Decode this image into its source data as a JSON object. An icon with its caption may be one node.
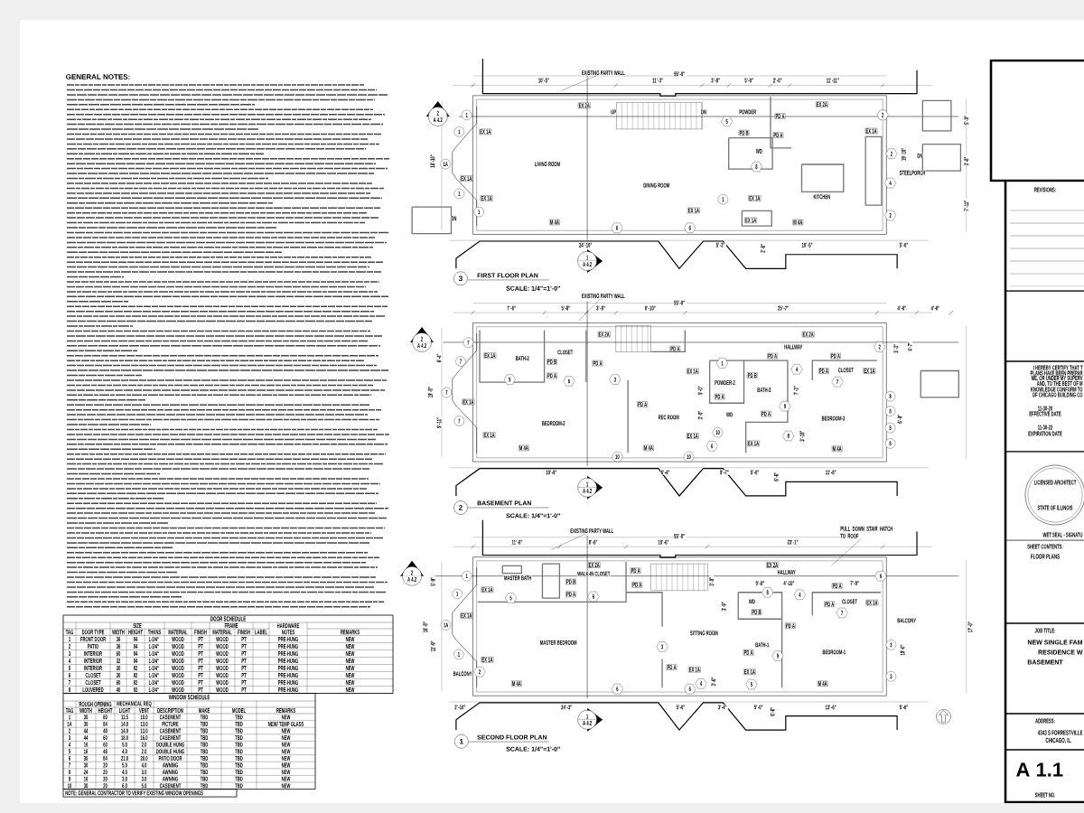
{
  "diagram": {
    "nodes": [
      {
        "text": [
          "EXISTING PARTY WALL"
        ]
      },
      {
        "text": [
          "2",
          "A 4.2"
        ]
      },
      {
        "text": [
          "1",
          "A 4.2"
        ]
      },
      {
        "text": [
          "3"
        ],
        "beside": [
          "FIRST FLOOR PLAN",
          "SCALE: 1/4\"=1'-0\""
        ]
      },
      {
        "text": [
          "EX 2A"
        ]
      },
      {
        "text": [
          "EX 2A"
        ]
      },
      {
        "text": [
          "EX 1A"
        ]
      },
      {
        "text": [
          "EX 1A"
        ]
      },
      {
        "text": [
          "EX 1A"
        ]
      },
      {
        "text": [
          "EX 1A"
        ]
      },
      {
        "text": [
          "EX 1A"
        ]
      },
      {
        "text": [
          "EX 1A"
        ]
      },
      {
        "text": [
          "EX 1A"
        ]
      },
      {
        "text": [
          "M 4A"
        ]
      },
      {
        "text": [
          "M 4A"
        ]
      },
      {
        "text": [
          "PD B"
        ]
      },
      {
        "text": [
          "PD A"
        ]
      },
      {
        "text": [
          "PD A"
        ]
      },
      {
        "text": [
          "1"
        ]
      },
      {
        "text": [
          "1"
        ]
      },
      {
        "text": [
          "1A"
        ]
      },
      {
        "text": [
          "1"
        ]
      },
      {
        "text": [
          "1"
        ]
      },
      {
        "text": [
          "1"
        ]
      },
      {
        "text": [
          "6"
        ]
      },
      {
        "text": [
          "6"
        ]
      },
      {
        "text": [
          "5"
        ]
      },
      {
        "text": [
          "8"
        ]
      },
      {
        "text": [
          "2"
        ]
      },
      {
        "text": [
          "2"
        ]
      },
      {
        "text": [
          "4"
        ]
      },
      {
        "text": [
          "2"
        ]
      },
      {
        "text": [
          "EXISTING PARTY WALL"
        ]
      },
      {
        "text": [
          "2",
          "A 4.2"
        ]
      },
      {
        "text": [
          "1",
          "A 4.2"
        ]
      },
      {
        "text": [
          "2"
        ],
        "beside": [
          "BASEMENT PLAN",
          "SCALE: 1/4\"=1'-0\""
        ]
      },
      {
        "text": [
          "EX 2A"
        ]
      },
      {
        "text": [
          "EX 2A"
        ]
      },
      {
        "text": [
          "EX 1A"
        ]
      },
      {
        "text": [
          "EX 1A"
        ]
      },
      {
        "text": [
          "EX 1A"
        ]
      },
      {
        "text": [
          "EX 1A"
        ]
      },
      {
        "text": [
          "EX 1A"
        ]
      },
      {
        "text": [
          "EX 1A"
        ]
      },
      {
        "text": [
          "EX 1A"
        ]
      },
      {
        "text": [
          "PD A"
        ]
      },
      {
        "text": [
          "PD B"
        ]
      },
      {
        "text": [
          "PD A"
        ]
      },
      {
        "text": [
          "PD A"
        ]
      },
      {
        "text": [
          "PD A"
        ]
      },
      {
        "text": [
          "PD A"
        ]
      },
      {
        "text": [
          "PD A"
        ]
      },
      {
        "text": [
          "PD B"
        ]
      },
      {
        "text": [
          "PD A"
        ]
      },
      {
        "text": [
          "PD A"
        ]
      },
      {
        "text": [
          "PD A"
        ]
      },
      {
        "text": [
          "M 4A"
        ]
      },
      {
        "text": [
          "M 4A"
        ]
      },
      {
        "text": [
          "M 4A"
        ]
      },
      {
        "text": [
          "7"
        ]
      },
      {
        "text": [
          "7"
        ]
      },
      {
        "text": [
          "7"
        ]
      },
      {
        "text": [
          "7"
        ]
      },
      {
        "text": [
          "5"
        ]
      },
      {
        "text": [
          "6"
        ]
      },
      {
        "text": [
          "3"
        ]
      },
      {
        "text": [
          "10"
        ]
      },
      {
        "text": [
          "10"
        ]
      },
      {
        "text": [
          "10"
        ]
      },
      {
        "text": [
          "6"
        ]
      },
      {
        "text": [
          "1"
        ]
      },
      {
        "text": [
          "4"
        ]
      },
      {
        "text": [
          "2"
        ]
      },
      {
        "text": [
          "7"
        ]
      },
      {
        "text": [
          "9"
        ]
      },
      {
        "text": [
          "8"
        ]
      },
      {
        "text": [
          "8"
        ]
      },
      {
        "text": [
          "8"
        ]
      },
      {
        "text": [
          "8"
        ]
      },
      {
        "text": [
          "8"
        ]
      },
      {
        "text": [
          "EXISTING PARTY WALL"
        ]
      },
      {
        "text": [
          "PULL DOWN STAIR HATCH TO ROOF"
        ]
      },
      {
        "text": [
          "2",
          "A 4.2"
        ]
      },
      {
        "text": [
          "1",
          "A 4.2"
        ]
      },
      {
        "text": [
          "1"
        ],
        "beside": [
          "SECOND FLOOR PLAN",
          "SCALE: 1/4\"=1'-0\""
        ]
      },
      {
        "text": [
          "EX 2A"
        ]
      },
      {
        "text": [
          "EX 2A"
        ]
      },
      {
        "text": [
          "EX 1A"
        ]
      },
      {
        "text": [
          "EX 1A"
        ]
      },
      {
        "text": [
          "EX 1A"
        ]
      },
      {
        "text": [
          "EX 1A"
        ]
      },
      {
        "text": [
          "EX 1A"
        ]
      },
      {
        "text": [
          "EX 1A"
        ]
      },
      {
        "text": [
          "PD B"
        ]
      },
      {
        "text": [
          "PD A"
        ]
      },
      {
        "text": [
          "PD A"
        ]
      },
      {
        "text": [
          "PD A"
        ]
      },
      {
        "text": [
          "PD B"
        ]
      },
      {
        "text": [
          "PD A"
        ]
      },
      {
        "text": [
          "PD A"
        ]
      },
      {
        "text": [
          "PD A"
        ]
      },
      {
        "text": [
          "PD A"
        ]
      },
      {
        "text": [
          "PD A"
        ]
      },
      {
        "text": [
          "M 4A"
        ]
      },
      {
        "text": [
          "M 4A"
        ]
      },
      {
        "text": [
          "1"
        ]
      },
      {
        "text": [
          "1"
        ]
      },
      {
        "text": [
          "1A"
        ]
      },
      {
        "text": [
          "1"
        ]
      },
      {
        "text": [
          "2"
        ]
      },
      {
        "text": [
          "5"
        ]
      },
      {
        "text": [
          "6"
        ]
      },
      {
        "text": [
          "3"
        ]
      },
      {
        "text": [
          "6"
        ]
      },
      {
        "text": [
          "6"
        ]
      },
      {
        "text": [
          "4"
        ]
      },
      {
        "text": [
          "5"
        ]
      },
      {
        "text": [
          "8"
        ]
      },
      {
        "text": [
          "4"
        ]
      },
      {
        "text": [
          "7"
        ]
      },
      {
        "text": [
          "9"
        ]
      },
      {
        "text": [
          "6"
        ]
      },
      {
        "text": [
          "3"
        ]
      },
      {
        "text": [
          "3"
        ]
      }
    ],
    "edges": [
      {
        "from": 0,
        "to": null,
        "arrow": "none"
      },
      {
        "from": 32,
        "to": null,
        "arrow": "none"
      },
      {
        "from": 80,
        "to": null,
        "arrow": "none"
      },
      {
        "from": 81,
        "to": null,
        "arrow": "none"
      }
    ],
    "labels": [
      "GENERAL NOTES:",
      "DOOR SCHEDULE",
      "SIZE",
      "FRAME",
      "TAG",
      "DOOR TYPE",
      "WIDTH",
      "HEIGHT",
      "THKNS",
      "MATERIAL",
      "FINISH",
      "MATERIAL",
      "FINISH",
      "LABEL",
      "HARDWARE NOTES",
      "REMARKS",
      "1",
      "FRONT DOOR",
      "36",
      "84",
      "1-3/4\"",
      "WOOD",
      "PT",
      "WOOD",
      "PT",
      "PRE-HUNG",
      "NEW",
      "2",
      "PATIO",
      "36",
      "84",
      "1-3/4\"",
      "WOOD",
      "PT",
      "WOOD",
      "PT",
      "PRE-HUNG",
      "NEW",
      "3",
      "INTERIOR",
      "60",
      "84",
      "1-3/4\"",
      "WOOD",
      "PT",
      "WOOD",
      "PT",
      "PRE-HUNG",
      "NEW",
      "4",
      "INTERIOR",
      "32",
      "84",
      "1-3/4\"",
      "WOOD",
      "PT",
      "WOOD",
      "PT",
      "PRE-HUNG",
      "NEW",
      "5",
      "INTERIOR",
      "30",
      "82",
      "1-3/4\"",
      "WOOD",
      "PT",
      "WOOD",
      "PT",
      "PRE-HUNG",
      "NEW",
      "6",
      "CLOSET",
      "30",
      "82",
      "1-3/4\"",
      "WOOD",
      "PT",
      "WOOD",
      "PT",
      "PRE-HUNG",
      "NEW",
      "7",
      "CLOSET",
      "60",
      "82",
      "1-3/4\"",
      "WOOD",
      "PT",
      "WOOD",
      "PT",
      "PRE-HUNG",
      "NEW",
      "8",
      "LOUVERED",
      "40",
      "82",
      "1-3/4\"",
      "WOOD",
      "PT",
      "WOOD",
      "PT",
      "PRE-HUNG",
      "NEW",
      "WINDOW SCHEDULE",
      "ROUGH OPENING",
      "MECHANICAL REQ",
      "TAG",
      "WIDTH",
      "HEIGHT",
      "LIGHT",
      "VENT",
      "DESCRIPTION",
      "MAKE",
      "MODEL",
      "REMARKS",
      "1",
      "30",
      "60",
      "11.5",
      "10.0",
      "CASEMENT",
      "TBD",
      "TBD",
      "NEW",
      "1A",
      "30",
      "84",
      "14.0",
      "13.0",
      "PICTURE",
      "TBD",
      "TBD",
      "NEW/ TEMP GLASS",
      "2",
      "44",
      "48",
      "14.0",
      "13.0",
      "CASEMENT",
      "TBD",
      "TBD",
      "NEW",
      "3",
      "44",
      "60",
      "18.0",
      "16.0",
      "CASEMENT",
      "TBD",
      "TBD",
      "NEW",
      "4",
      "16",
      "60",
      "5.0",
      "2.0",
      "DOUBLE HUNG",
      "TBD",
      "TBD",
      "NEW",
      "5",
      "16",
      "48",
      "4.0",
      "2.0",
      "DOUBLE HUNG",
      "TBD",
      "TBD",
      "NEW",
      "6",
      "30",
      "84",
      "21.0",
      "20.0",
      "PATIO DOOR",
      "TBD",
      "TBD",
      "NEW",
      "7",
      "30",
      "20",
      "5.0",
      "4.0",
      "AWNING",
      "TBD",
      "TBD",
      "NEW",
      "8",
      "24",
      "20",
      "4.0",
      "3.0",
      "AWNING",
      "TBD",
      "TBD",
      "NEW",
      "9",
      "16",
      "20",
      "3.0",
      "3.0",
      "AWNING",
      "TBD",
      "TBD",
      "NEW",
      "10",
      "30",
      "20",
      "6.0",
      "5.0",
      "CASEMENT",
      "TBD",
      "TBD",
      "NEW",
      "NOTE: GENERAL CONTRACTOR TO VERIFY EXISTING WINDOW OPENINGS",
      "REVISIONS:",
      "I HEREBY CERTIFY THAT T",
      "PLANS HAVE BEEN PREPAR",
      "ME, OR UNDER MY SUPERV",
      "AND, TO THE BEST OF M",
      "KNOWLEDGE CONFORM TO",
      "OF CHICAGO BUILDING CO",
      "11-30-20",
      "EFFECTIVE DATE",
      "11-30-22",
      "EXPIRATION DATE",
      "LICENSED ARCHITECT",
      "STATE OF ILLINOIS",
      "WET SEAL - SIGNATU",
      "SHEET CONTENTS:",
      "FLOOR PLANS",
      "JOB TITLE:",
      "NEW SINGLE FAM",
      "RESIDENCE W",
      "BASEMENT",
      "ADDRESS:",
      "4343 S FORRESTVILLE",
      "CHICAGO, IL.",
      "A 1.1",
      "SHEET NO.",
      "55'-0\"",
      "10'-5\"",
      "11'-3\"",
      "3'-8\"",
      "5'-0\"",
      "2'-0\"",
      "11'-11\"",
      "18'-10\"",
      "19'-10\"",
      "5'-9\"",
      "3'-8\"",
      "7'-11\"",
      "24'-10\"",
      "5'-3\"",
      "2'-6\"",
      "10'-5\"",
      "5'-6\"",
      "LIVING ROOM",
      "DINING ROOM",
      "POWDER",
      "WD",
      "KITCHEN",
      "STEELPORCH",
      "UP",
      "DN",
      "DN",
      "DN",
      "55'-0\"",
      "7'-6\"",
      "5'-8\"",
      "3'-8\"",
      "6'-10\"",
      "25'-7\"",
      "4'-6\"",
      "4'-6\"",
      "19'-8\"",
      "6'-4\"",
      "9'-11\"",
      "3'-3\"",
      "4'-7\"",
      "5'-0\"",
      "3'-0\"",
      "7'-3\"",
      "3'-10\"",
      "6'-9\"",
      "19'-9\"",
      "6'-4\"",
      "9'-7\"",
      "5'-0\"",
      "6'-6\"",
      "11'-8\"",
      "BATH-2",
      "CLOSET",
      "BEDROOM-2",
      "REC ROOM",
      "POWDER-2",
      "BATH-3",
      "WD",
      "HALLWAY",
      "CLOSET",
      "BEDROOM-3",
      "55'-0\"",
      "11'-6\"",
      "8'-6\"",
      "10'-6\"",
      "23'-1\"",
      "18'-8\"",
      "5'-9\"",
      "11'-9\"",
      "17'-0\"",
      "3'-0\"",
      "3'-9\"",
      "3'-6\"",
      "9'-0\"",
      "4'-10\"",
      "7'-9\"",
      "10'-0\"",
      "2'-10\"",
      "24'-3\"",
      "5'-0\"",
      "3'-4\"",
      "5'-0\"",
      "6'-6\"",
      "13'-6\"",
      "5'-6\"",
      "MASTER BATH",
      "WALK-IN CLOSET",
      "HALLWAY",
      "WD",
      "CLOSET",
      "BALCONY",
      "MASTER BEDROOM",
      "SITTING ROOM",
      "BATH-1",
      "BEDROOM-1",
      "BALCONY"
    ]
  }
}
